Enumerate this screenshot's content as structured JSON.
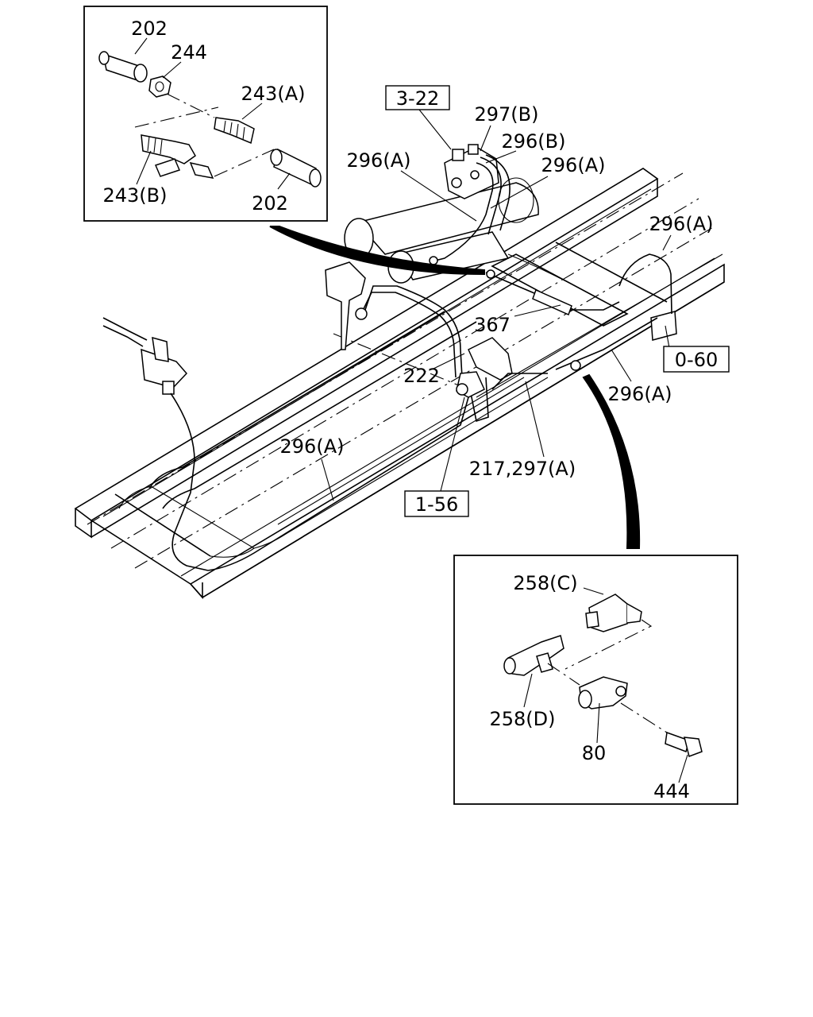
{
  "callouts": {
    "inset_top": {
      "c202_a": "202",
      "c244": "244",
      "c243a": "243(A)",
      "c243b": "243(B)",
      "c202_b": "202"
    },
    "main": {
      "c297b": "297(B)",
      "c296b": "296(B)",
      "c296a_1": "296(A)",
      "c296a_2": "296(A)",
      "c296a_3": "296(A)",
      "c367": "367",
      "c222": "222",
      "c296a_4": "296(A)",
      "c296a_5": "296(A)",
      "c217_297a": "217,297(A)"
    },
    "inset_bottom": {
      "c258c": "258(C)",
      "c258d": "258(D)",
      "c80": "80",
      "c444": "444"
    }
  },
  "reference_boxes": {
    "ref_3_22": "3-22",
    "ref_0_60": "0-60",
    "ref_1_56": "1-56"
  }
}
